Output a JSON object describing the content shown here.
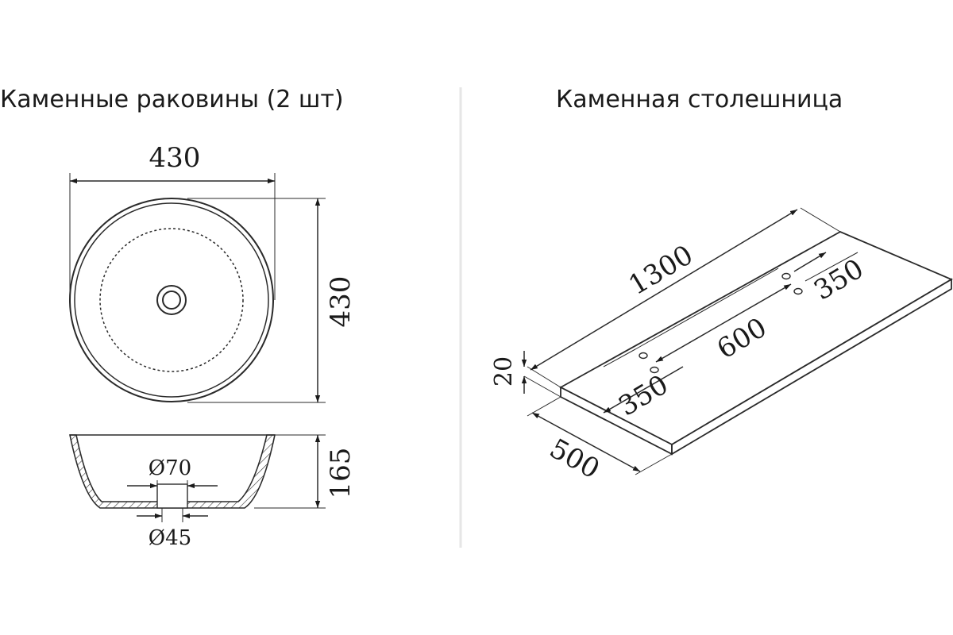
{
  "titles": {
    "sinks": "Каменные раковины (2 шт)",
    "countertop": "Каменная столешница"
  },
  "sink": {
    "width": "430",
    "depth": "430",
    "height": "165",
    "drain_outer": "Ø70",
    "drain_inner": "Ø45"
  },
  "countertop": {
    "length": "1300",
    "width": "500",
    "thickness": "20",
    "hole_spacing": "600",
    "offset_left": "350",
    "offset_right": "350"
  }
}
